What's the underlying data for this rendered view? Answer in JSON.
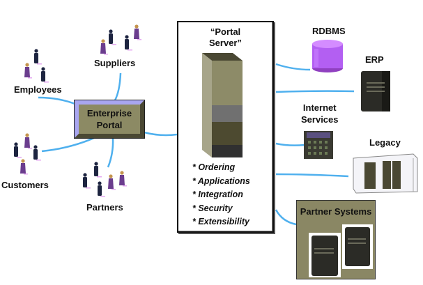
{
  "diagram": {
    "groups": {
      "employees": "Employees",
      "suppliers": "Suppliers",
      "customers": "Customers",
      "partners": "Partners"
    },
    "portal": {
      "line1": "Enterprise",
      "line2": "Portal"
    },
    "server": {
      "title_line1": "“Portal",
      "title_line2": "Server”",
      "features": [
        "* Ordering",
        "* Applications",
        "* Integration",
        "* Security",
        "* Extensibility"
      ]
    },
    "backends": {
      "rdbms": "RDBMS",
      "erp": "ERP",
      "internet_line1": "Internet",
      "internet_line2": "Services",
      "legacy": "Legacy",
      "partner_systems": "Partner Systems"
    },
    "colors": {
      "connector": "#4fb0ee",
      "portal_fill": "#8c8a64",
      "server_body": "#8d8b68",
      "database": "#b05ff0",
      "partner_box": "#8a8764"
    }
  }
}
